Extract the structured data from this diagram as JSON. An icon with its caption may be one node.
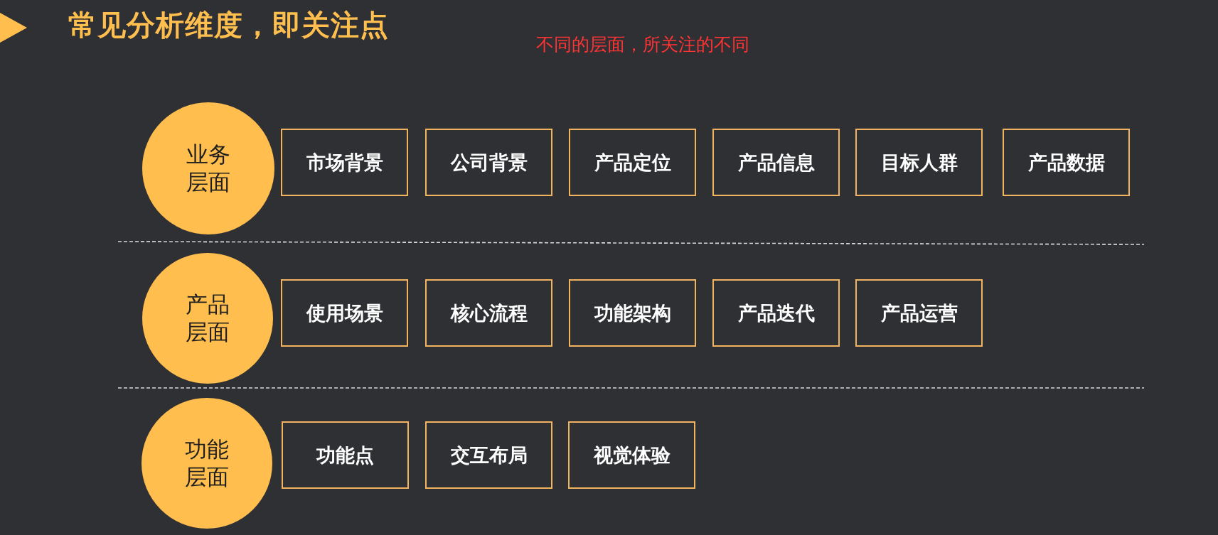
{
  "diagram": {
    "title": "常见分析维度，即关注点",
    "nodes": [
      {
        "text": [
          "业务层面"
        ]
      },
      {
        "text": [
          "市场背景"
        ]
      },
      {
        "text": [
          "公司背景"
        ]
      },
      {
        "text": [
          "产品定位"
        ]
      },
      {
        "text": [
          "产品信息"
        ]
      },
      {
        "text": [
          "目标人群"
        ]
      },
      {
        "text": [
          "产品数据"
        ]
      },
      {
        "text": [
          "产品层面"
        ]
      },
      {
        "text": [
          "使用场景"
        ]
      },
      {
        "text": [
          "核心流程"
        ]
      },
      {
        "text": [
          "功能架构"
        ]
      },
      {
        "text": [
          "产品迭代"
        ]
      },
      {
        "text": [
          "产品运营"
        ]
      },
      {
        "text": [
          "功能层面"
        ]
      },
      {
        "text": [
          "功能点"
        ]
      },
      {
        "text": [
          "交互布局"
        ]
      },
      {
        "text": [
          "视觉体验"
        ]
      }
    ],
    "labels": [
      "不同的层面，所关注的不同"
    ]
  }
}
